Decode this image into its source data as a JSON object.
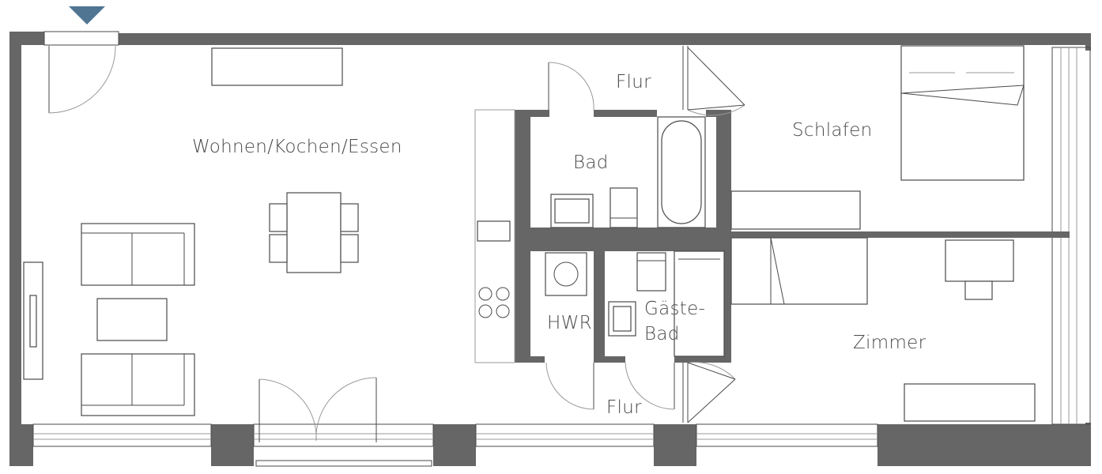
{
  "rooms": {
    "living": "Wohnen/Kochen/Essen",
    "hall_top": "Flur",
    "bath": "Bad",
    "bedroom": "Schlafen",
    "utility": "HWR",
    "guest_bath_line1": "Gäste-",
    "guest_bath_line2": "Bad",
    "hall_bottom": "Flur",
    "room": "Zimmer"
  },
  "colors": {
    "walls": "#666666",
    "entrance_marker": "#4f7593",
    "lines": "#4a4a4a"
  },
  "icons": {
    "entrance": "entrance-triangle-icon"
  }
}
